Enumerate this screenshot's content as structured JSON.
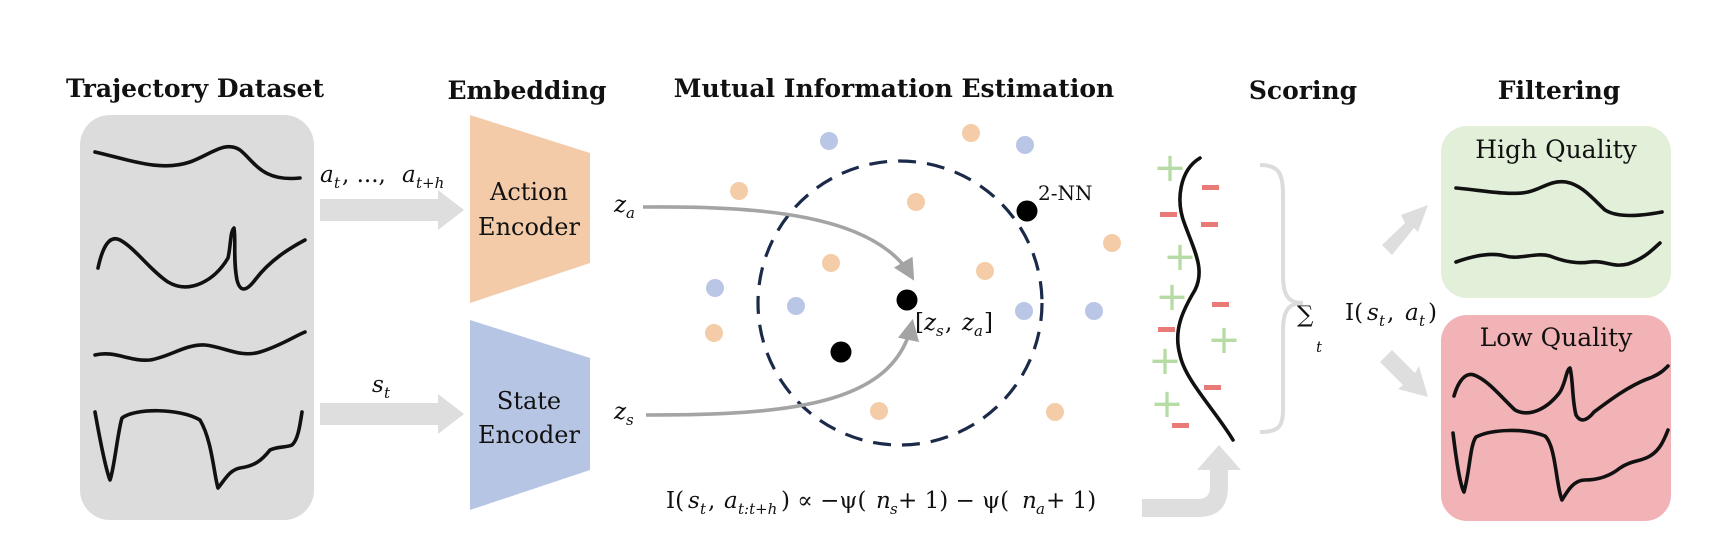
{
  "sections": {
    "trajectory_dataset": "Trajectory Dataset",
    "embedding": "Embedding",
    "mutual_information": "Mutual Information Estimation",
    "scoring": "Scoring",
    "filtering": "Filtering"
  },
  "encoders": {
    "action_line1": "Action",
    "action_line2": "Encoder",
    "state_line1": "State",
    "state_line2": "Encoder"
  },
  "labels": {
    "nn": "2-NN",
    "plus": "+",
    "minus": "-"
  },
  "filter": {
    "high_quality": "High Quality",
    "low_quality": "Low Quality"
  },
  "colors": {
    "dataset_bg": "#dcdcdc",
    "action_encoder": "#f3cba8",
    "state_encoder": "#b7c5e4",
    "orange_dot": "#f4cca8",
    "blue_dot": "#bac6e6",
    "circle": "#1c2a4a",
    "high_quality_bg": "#e2efd9",
    "low_quality_bg": "#f2b3b6",
    "plus": "#b6dba5",
    "minus": "#e97a78",
    "flow_arrow": "#dedede",
    "ns_color": "#5b7ec9",
    "na_color": "#e28a4f"
  }
}
